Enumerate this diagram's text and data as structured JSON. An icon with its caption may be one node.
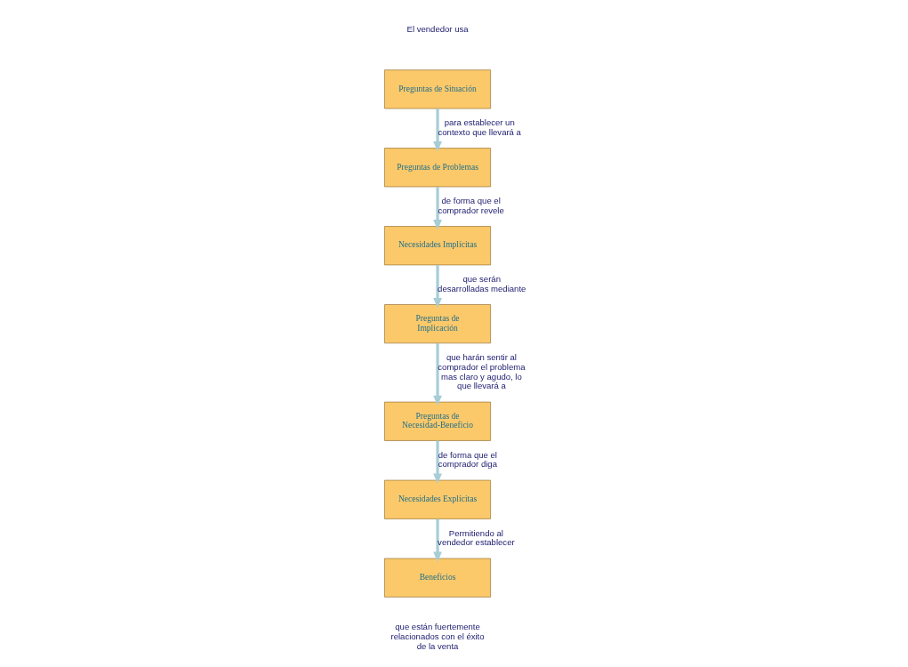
{
  "diagram": {
    "nodes": [
      {
        "text": [
          "Preguntas de Situación"
        ]
      },
      {
        "text": [
          "Preguntas de Problemas"
        ]
      },
      {
        "text": [
          "Necesidades Implícitas"
        ]
      },
      {
        "text": [
          "Preguntas de Implicación"
        ]
      },
      {
        "text": [
          "Preguntas de Necesidad-Beneficio"
        ]
      },
      {
        "text": [
          "Necesidades Explícitas"
        ]
      },
      {
        "text": [
          "Beneficios"
        ]
      }
    ],
    "edges": [
      {
        "from": 0,
        "to": 1,
        "arrow": "to",
        "label": "para establecer un contexto que llevará a"
      },
      {
        "from": 1,
        "to": 2,
        "arrow": "to",
        "label": "de forma que el comprador revele"
      },
      {
        "from": 2,
        "to": 3,
        "arrow": "to",
        "label": "que serán desarrolladas mediante"
      },
      {
        "from": 3,
        "to": 4,
        "arrow": "to",
        "label": "que harán sentir al comprador el problema mas claro y agudo, lo que llevará a"
      },
      {
        "from": 4,
        "to": 5,
        "arrow": "to",
        "label": "de forma que el comprador diga"
      },
      {
        "from": 5,
        "to": 6,
        "arrow": "to",
        "label": "Permitiendo al vendedor establecer"
      }
    ],
    "labels": [
      "El vendedor usa",
      "que están fuertemente relacionados con el éxito de la venta"
    ]
  }
}
